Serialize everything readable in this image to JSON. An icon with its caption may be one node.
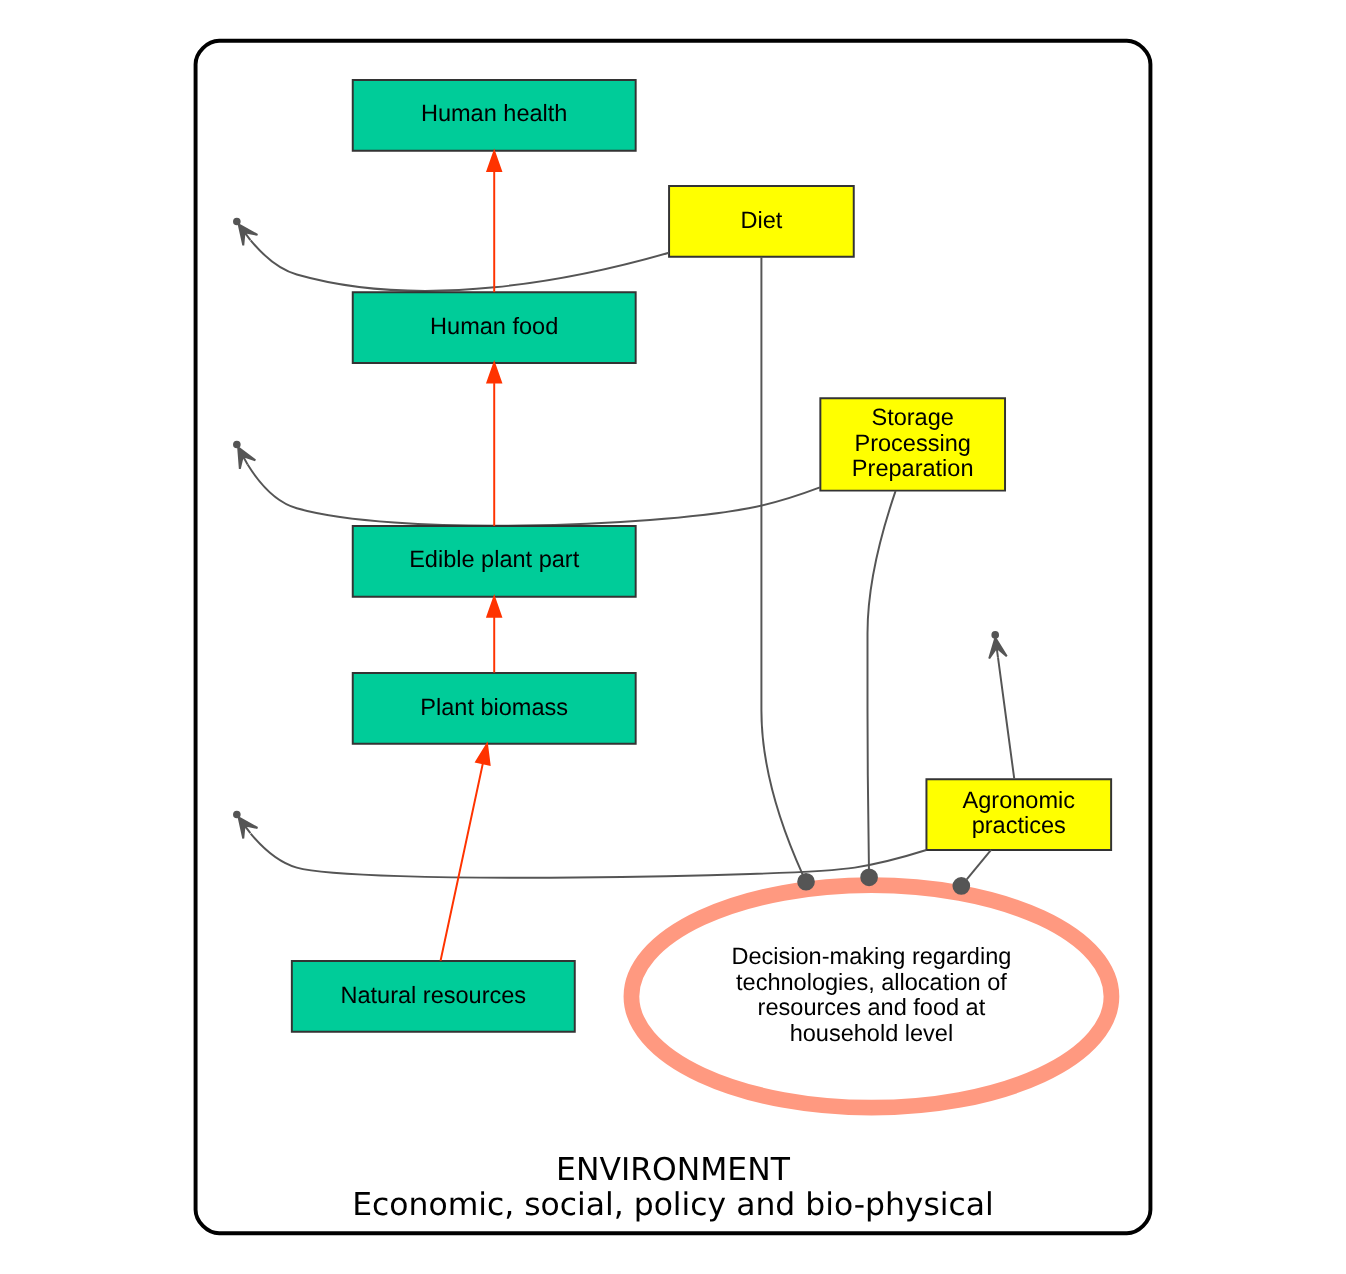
{
  "diagram": {
    "nodes": [
      {
        "text": [
          "ENVIRONMENT",
          "Economic, social, policy and bio-physical"
        ]
      },
      {
        "text": [
          "Decision-making regarding technologies, allocation of resources and food at household level"
        ],
        "in": 0
      },
      {
        "text": [
          "Human health"
        ],
        "in": 0
      },
      {
        "text": [
          "Diet"
        ],
        "in": 0
      },
      {
        "text": [
          "Human food"
        ],
        "in": 0
      },
      {
        "text": [
          "Storage Processing Preparation"
        ],
        "in": 0
      },
      {
        "text": [
          "Edible plant part"
        ],
        "in": 0
      },
      {
        "text": [
          "Plant biomass"
        ],
        "in": 0
      },
      {
        "text": [
          "Agronomic practices"
        ],
        "in": 0
      },
      {
        "text": [
          "Natural resources"
        ],
        "in": 0
      }
    ],
    "edges": [
      {
        "from": 9,
        "to": 7,
        "arrow": "to",
        "color": "#ff3300"
      },
      {
        "from": 7,
        "to": 6,
        "arrow": "to",
        "color": "#ff3300"
      },
      {
        "from": 6,
        "to": 4,
        "arrow": "to",
        "color": "#ff3300"
      },
      {
        "from": 4,
        "to": 2,
        "arrow": "to",
        "color": "#ff3300"
      },
      {
        "from": 1,
        "to": 3,
        "arrow": "other"
      },
      {
        "from": 1,
        "to": 5,
        "arrow": "other"
      },
      {
        "from": 1,
        "to": 8,
        "arrow": "other"
      },
      {
        "from": 3,
        "to": null,
        "arrow": "to"
      },
      {
        "from": 5,
        "to": null,
        "arrow": "to"
      },
      {
        "from": 8,
        "to": null,
        "arrow": "to"
      },
      {
        "from": 8,
        "to": null,
        "arrow": "to"
      }
    ]
  }
}
